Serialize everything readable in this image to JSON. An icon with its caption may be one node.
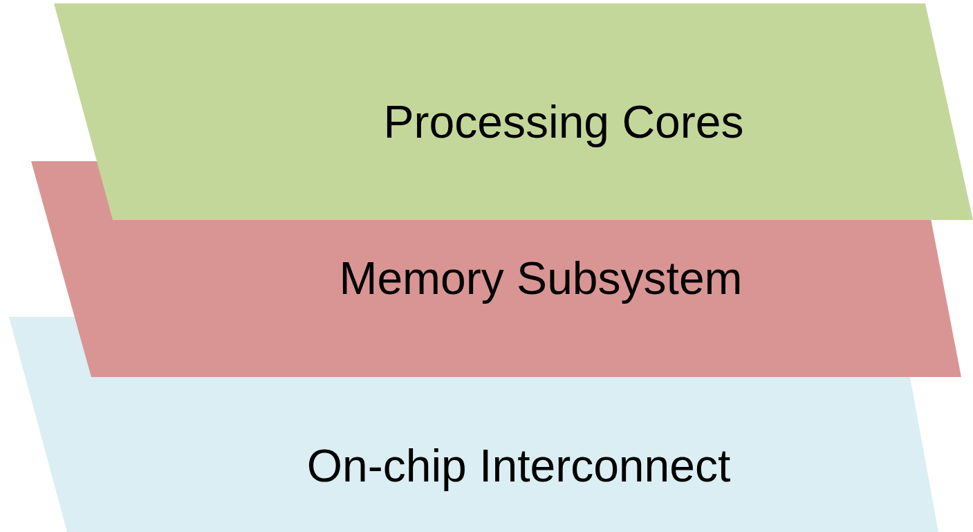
{
  "diagram": {
    "nodes": [
      {
        "text": [
          "Processing Cores"
        ]
      },
      {
        "text": [
          "Memory Subsystem"
        ]
      },
      {
        "text": [
          "On-chip Interconnect"
        ]
      }
    ]
  }
}
